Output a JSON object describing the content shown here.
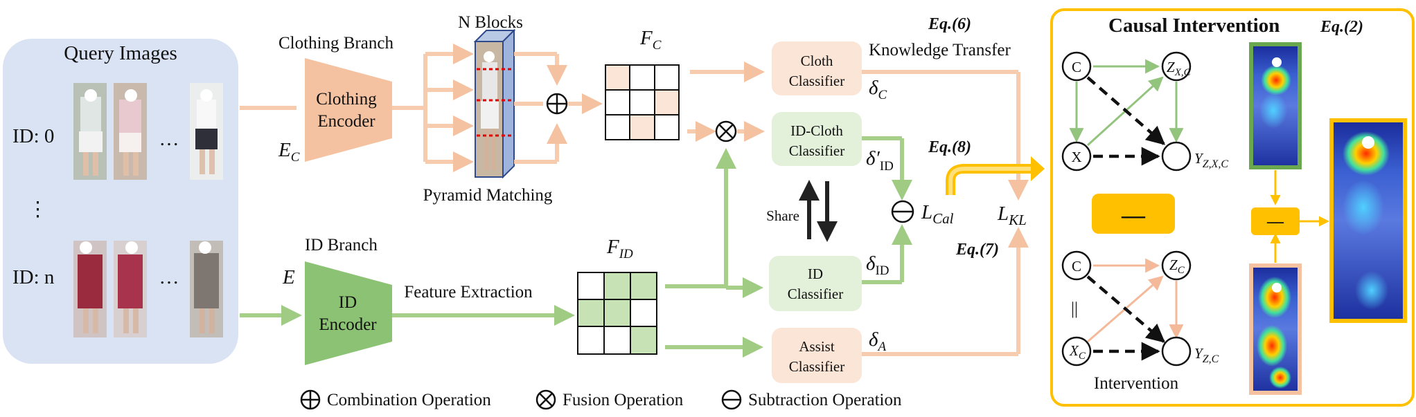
{
  "query_images": {
    "title": "Query Images",
    "id_first": "ID: 0",
    "id_last": "ID: n",
    "ellipsis_h": "…",
    "ellipsis_v": "⋮"
  },
  "clothing_branch": {
    "title": "Clothing Branch",
    "encoder_line1": "Clothing",
    "encoder_line2": "Encoder",
    "symbol": "E",
    "symbol_sub": "C"
  },
  "id_branch": {
    "title": "ID Branch",
    "encoder_line1": "ID",
    "encoder_line2": "Encoder",
    "symbol": "E"
  },
  "blocks": {
    "title": "N Blocks",
    "caption": "Pyramid Matching"
  },
  "feature_extraction": "Feature Extraction",
  "features": {
    "fc": "F",
    "fc_sub": "C",
    "fid": "F",
    "fid_sub": "ID"
  },
  "classifiers": {
    "cloth_line1": "Cloth",
    "cloth_line2": "Classifier",
    "idcloth_line1": "ID-Cloth",
    "idcloth_line2": "Classifier",
    "id_line1": "ID",
    "id_line2": "Classifier",
    "assist_line1": "Assist",
    "assist_line2": "Classifier"
  },
  "deltas": {
    "c": "δ",
    "c_sub": "C",
    "id_prime": "δ′",
    "id_prime_sub": "ID",
    "id": "δ",
    "id_sub": "ID",
    "a": "δ",
    "a_sub": "A"
  },
  "share": "Share",
  "losses": {
    "cal": "L",
    "cal_sub": "Cal",
    "kl": "L",
    "kl_sub": "KL"
  },
  "knowledge_transfer": "Knowledge Transfer",
  "equations": {
    "eq6": "Eq.(6)",
    "eq8": "Eq.(8)",
    "eq7": "Eq.(7)",
    "eq2": "Eq.(2)"
  },
  "causal": {
    "title": "Causal Intervention",
    "node_c": "C",
    "node_x": "X",
    "node_z": "Z",
    "node_z_sub": "X,C",
    "node_y": "Y",
    "node_y_sub": "Z,X,C",
    "node_c2": "C",
    "node_xc": "X",
    "node_xc_sub": "C",
    "node_zc": "Z",
    "node_zc_sub": "C",
    "node_yzc": "Y",
    "node_yzc_sub": "Z,C",
    "minus": "—",
    "equals": "||",
    "intervention": "Intervention"
  },
  "legend": {
    "combination": "Combination Operation",
    "fusion": "Fusion Operation",
    "subtraction": "Subtraction Operation"
  },
  "colors": {
    "orange": "#f7cbae",
    "orange_fill": "#f4c2a1",
    "green": "#a6d08a",
    "green_fill": "#a5cf8c",
    "light_orange": "#fbe5d6",
    "light_green": "#e3f0da",
    "gold": "#ffc000",
    "panel_blue": "#dae3f3"
  }
}
